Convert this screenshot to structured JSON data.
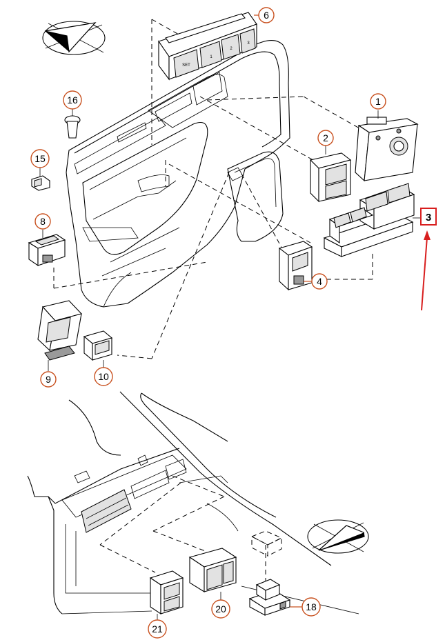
{
  "diagram": {
    "callouts": [
      {
        "id": "1",
        "label": "1"
      },
      {
        "id": "2",
        "label": "2"
      },
      {
        "id": "3",
        "label": "3"
      },
      {
        "id": "4",
        "label": "4"
      },
      {
        "id": "6",
        "label": "6"
      },
      {
        "id": "8",
        "label": "8"
      },
      {
        "id": "9",
        "label": "9"
      },
      {
        "id": "10",
        "label": "10"
      },
      {
        "id": "15",
        "label": "15"
      },
      {
        "id": "16",
        "label": "16"
      },
      {
        "id": "18",
        "label": "18"
      },
      {
        "id": "20",
        "label": "20"
      },
      {
        "id": "21",
        "label": "21"
      }
    ],
    "switch_pack_buttons": {
      "set": "SET",
      "b1": "1",
      "b2": "2",
      "b3": "3"
    },
    "highlight": {
      "part": "3",
      "color": "#d81e1e"
    },
    "callout_color": "#c8501e",
    "icons": [
      "orientation-arrow-top",
      "orientation-arrow-bottom"
    ]
  }
}
